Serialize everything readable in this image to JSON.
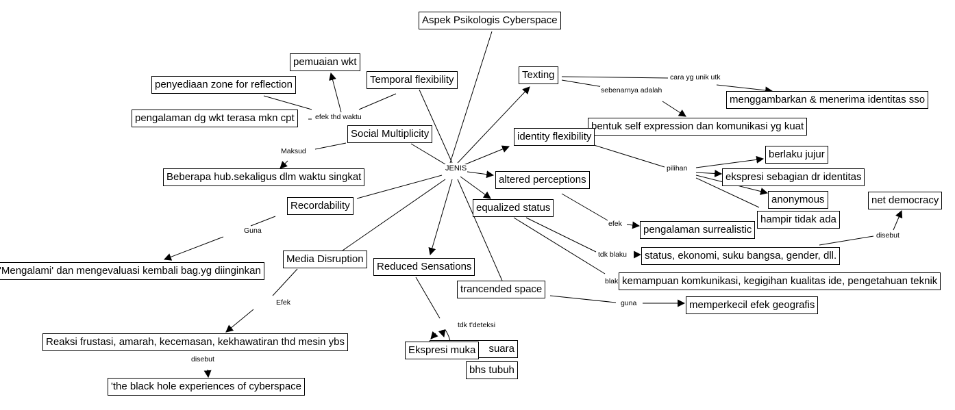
{
  "title": "Aspek Psikologis Cyberspace",
  "center": "JENIS",
  "nodes": {
    "pemuaian": "pemuaian wkt",
    "temporal": "Temporal flexibility",
    "penyediaan": "penyediaan zone for reflection",
    "pengalaman_wkt": "pengalaman dg wkt terasa mkn cpt",
    "social": "Social Multiplicity",
    "beberapa": "Beberapa hub.sekaligus dlm waktu singkat",
    "recordability": "Recordability",
    "mengalami": "'Mengalami' dan mengevaluasi kembali bag.yg diinginkan",
    "media": "Media Disruption",
    "reduced": "Reduced Sensations",
    "reaksi": "Reaksi frustasi, amarah, kecemasan, kekhawatiran thd mesin ybs",
    "blackhole": "'the black hole experiences of cyberspace",
    "texting": "Texting",
    "identity": "identity flexibility",
    "bentuk": "bentuk self expression dan komunikasi yg kuat",
    "menggambarkan": "menggambarkan & menerima identitas sso",
    "altered": "altered perceptions",
    "equalized": "equalized status",
    "berlaku": "berlaku jujur",
    "ekspresi_sebagian": "ekspresi sebagian dr identitas",
    "anonymous": "anonymous",
    "hampir": "hampir tidak ada",
    "net_democracy": "net democracy",
    "surrealistic": "pengalaman surrealistic",
    "status": "status, ekonomi, suku bangsa, gender, dll.",
    "kemampuan": "kemampuan komkunikasi, kegigihan kualitas ide, pengetahuan teknik",
    "trancended": "trancended space",
    "memperkecil": "memperkecil efek geografis",
    "suara": "suara",
    "ekspresi_muka": "Ekspresi muka",
    "bhs_tubuh": "bhs tubuh"
  },
  "link_labels": {
    "efek_waktu": "efek thd waktu",
    "maksud": "Maksud",
    "guna_left": "Guna",
    "efek_left": "Efek",
    "disebut_left": "disebut",
    "cara": "cara yg unik utk",
    "sebenarnya": "sebenarnya adalah",
    "pilihan": "pilihan",
    "efek_right": "efek",
    "tdk_blaku": "tdk blaku",
    "blak": "blak",
    "guna_right": "guna",
    "tdk_terdeteksi": "tdk t'deteksi",
    "disebut_right": "disebut"
  }
}
